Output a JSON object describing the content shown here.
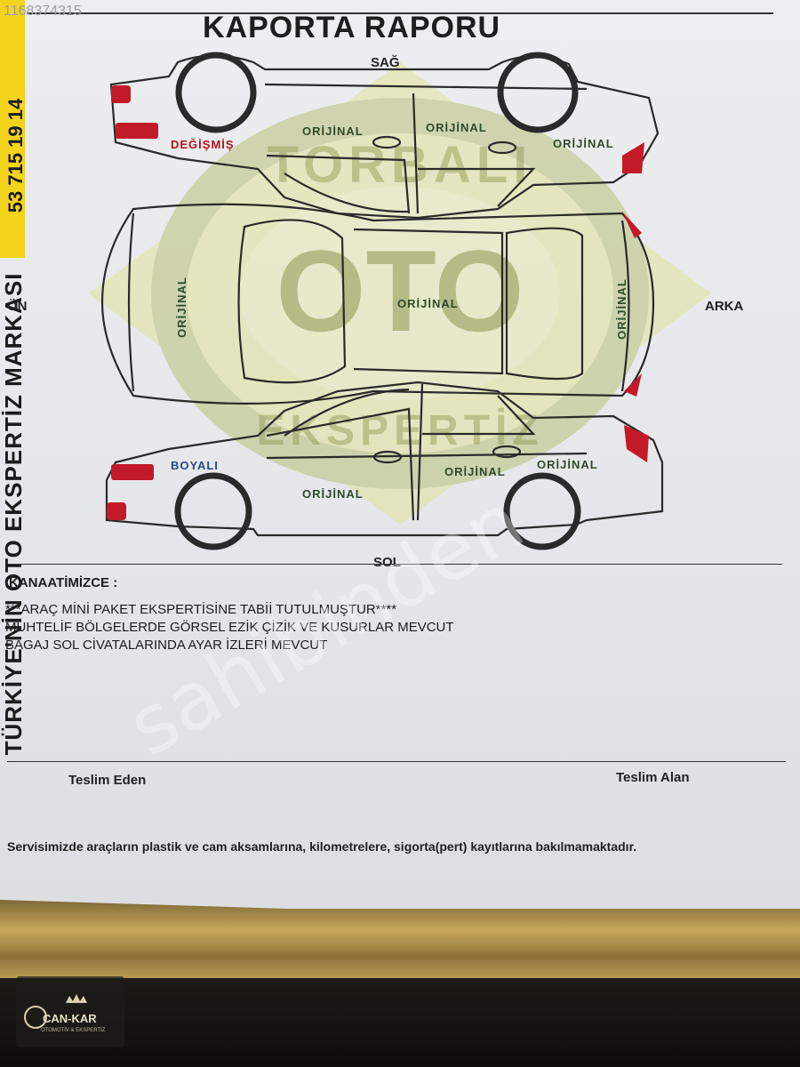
{
  "stock_id": "1168374315",
  "side_text": "TÜRKİYE'NİN OTO EKSPERTİZ MARKASI",
  "phone_fragment": "53 715 19 14",
  "title": "KAPORTA RAPORU",
  "labels": {
    "right": "SAĞ",
    "left": "SOL",
    "front": "ÖN",
    "rear": "ARKA"
  },
  "stamp": {
    "text": "OTO",
    "ring_top": "TORBALI",
    "ring_bottom": "EKSPERTİZ"
  },
  "parts": {
    "right_rear_fender": "DEĞİŞMİŞ",
    "right_rear_door": "ORİJİNAL",
    "right_front_door": "ORİJİNAL",
    "right_front_fender": "ORİJİNAL",
    "trunk": "ORİJİNAL",
    "roof": "ORİJİNAL",
    "hood": "ORİJİNAL",
    "left_rear_fender": "BOYALI",
    "left_rear_door": "ORİJİNAL",
    "left_front_door": "ORİJİNAL",
    "left_front_fender": "ORİJİNAL"
  },
  "notes": {
    "heading": "KANAATİMİZCE :",
    "lines": [
      "***ARAÇ MİNİ PAKET EKSPERTİSİNE TABİİ TUTULMUŞTUR****",
      "MUHTELİF BÖLGELERDE GÖRSEL EZİK ÇİZİK VE KUSURLAR MEVCUT",
      "BAGAJ SOL CİVATALARINDA AYAR İZLERİ MEVCUT"
    ]
  },
  "signatures": {
    "giver": "Teslim Eden",
    "receiver": "Teslim Alan"
  },
  "disclaimer": "Servisimizde araçların plastik ve cam aksamlarına, kilometrelere, sigorta(pert) kayıtlarına bakılmamaktadır.",
  "watermark": "sahibinden",
  "logo": {
    "name": "CAN-KAR",
    "tagline": "OTOMOTİV & EKSPERTİZ"
  },
  "colors": {
    "changed": "#b3121f",
    "original": "#2f4a2a",
    "painted": "#2b4a8c",
    "stamp": "#d8dc8a"
  }
}
